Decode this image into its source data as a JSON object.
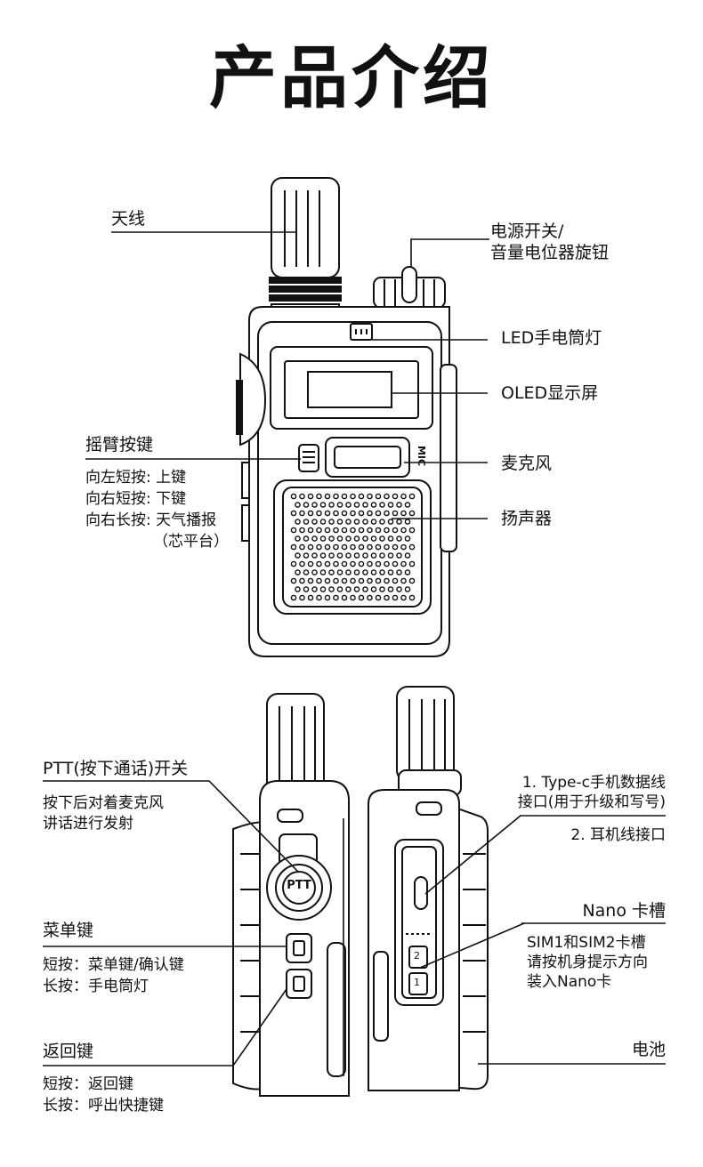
{
  "title": "产品介绍",
  "front": {
    "antenna": "天线",
    "power_knob": [
      "电源开关/",
      "音量电位器旋钮"
    ],
    "led": "LED手电筒灯",
    "oled": "OLED显示屏",
    "rocker": {
      "title": "摇臂按键",
      "lines": [
        "向左短按: 上键",
        "向右短按: 下键",
        "向右长按: 天气播报",
        "（芯平台）"
      ]
    },
    "mic": "麦克风",
    "speaker": "扬声器",
    "mic_mark": "MIC"
  },
  "left_side": {
    "ptt": {
      "title": "PTT(按下通话)开关",
      "lines": [
        "按下后对着麦克风",
        "讲话进行发射"
      ]
    },
    "ptt_button_text": "PTT",
    "menu": {
      "title": "菜单键",
      "lines": [
        "短按：菜单键/确认键",
        "长按：手电筒灯"
      ]
    },
    "back": {
      "title": "返回键",
      "lines": [
        "短按：返回键",
        "长按：呼出快捷键"
      ]
    }
  },
  "right_side": {
    "typec": [
      "1. Type-c手机数据线",
      "接口(用于升级和写号)"
    ],
    "earphone": "2.  耳机线接口",
    "nano": {
      "title": "Nano 卡槽",
      "lines": [
        "SIM1和SIM2卡槽",
        "请按机身提示方向",
        "装入Nano卡"
      ]
    },
    "battery": "电池",
    "slot_marks": [
      "2",
      "1"
    ]
  }
}
